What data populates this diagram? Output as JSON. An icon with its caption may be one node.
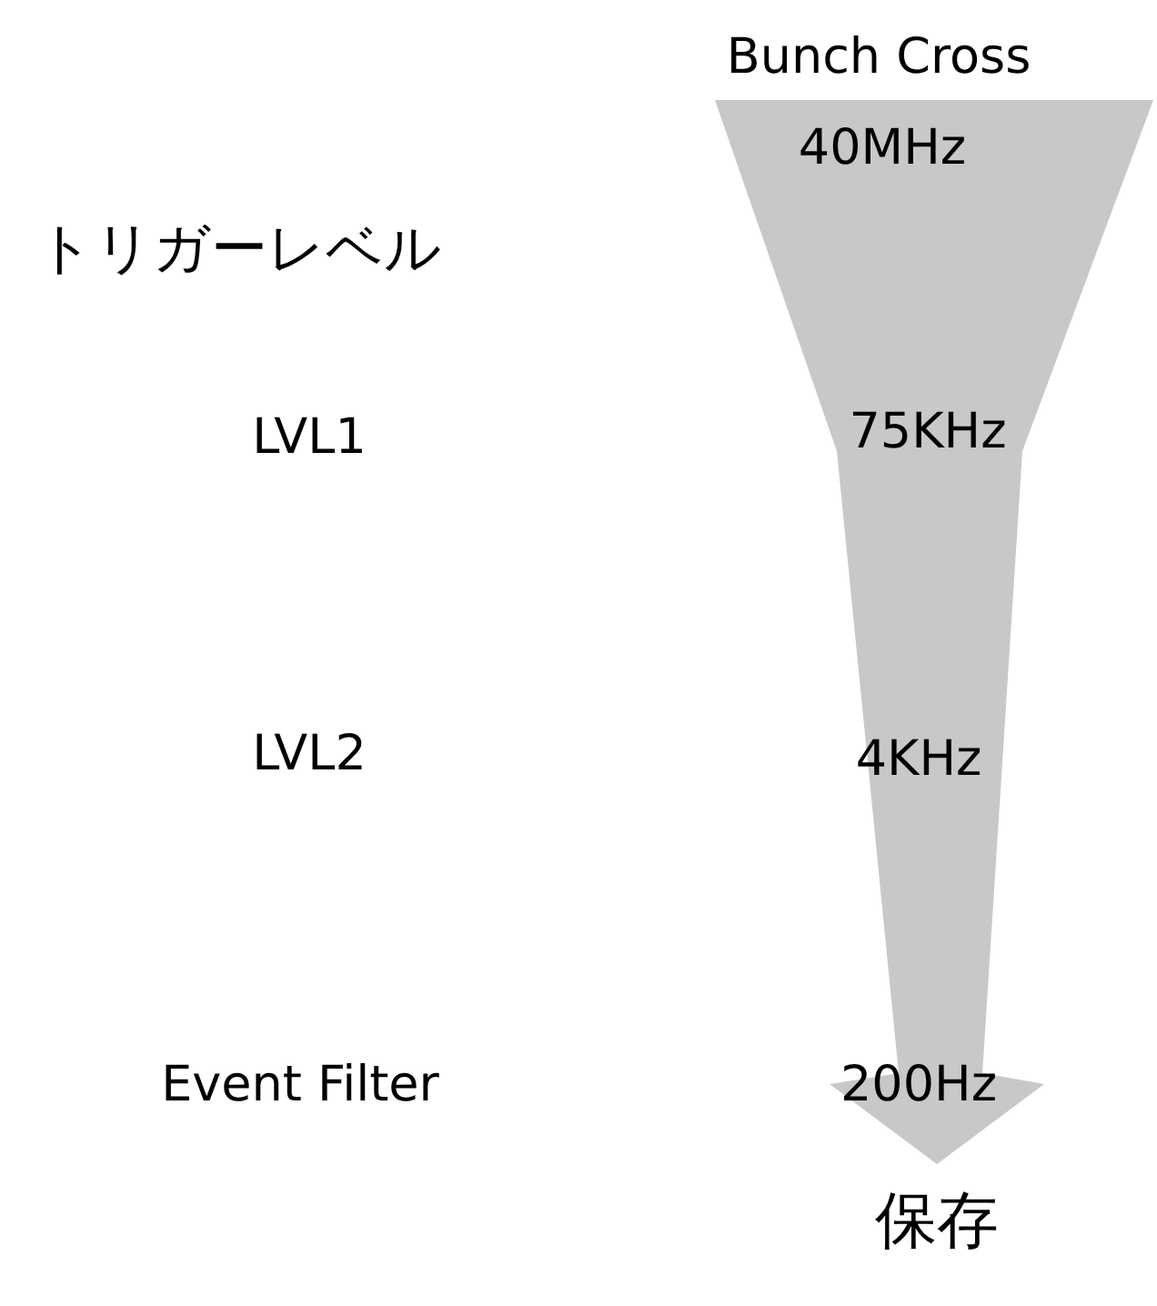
{
  "diagram": {
    "labels": [
      "Bunch Cross",
      "40MHz",
      "トリガーレベル",
      "LVL1",
      "75KHz",
      "LVL2",
      "4KHz",
      "Event Filter",
      "200Hz",
      "保存"
    ]
  }
}
